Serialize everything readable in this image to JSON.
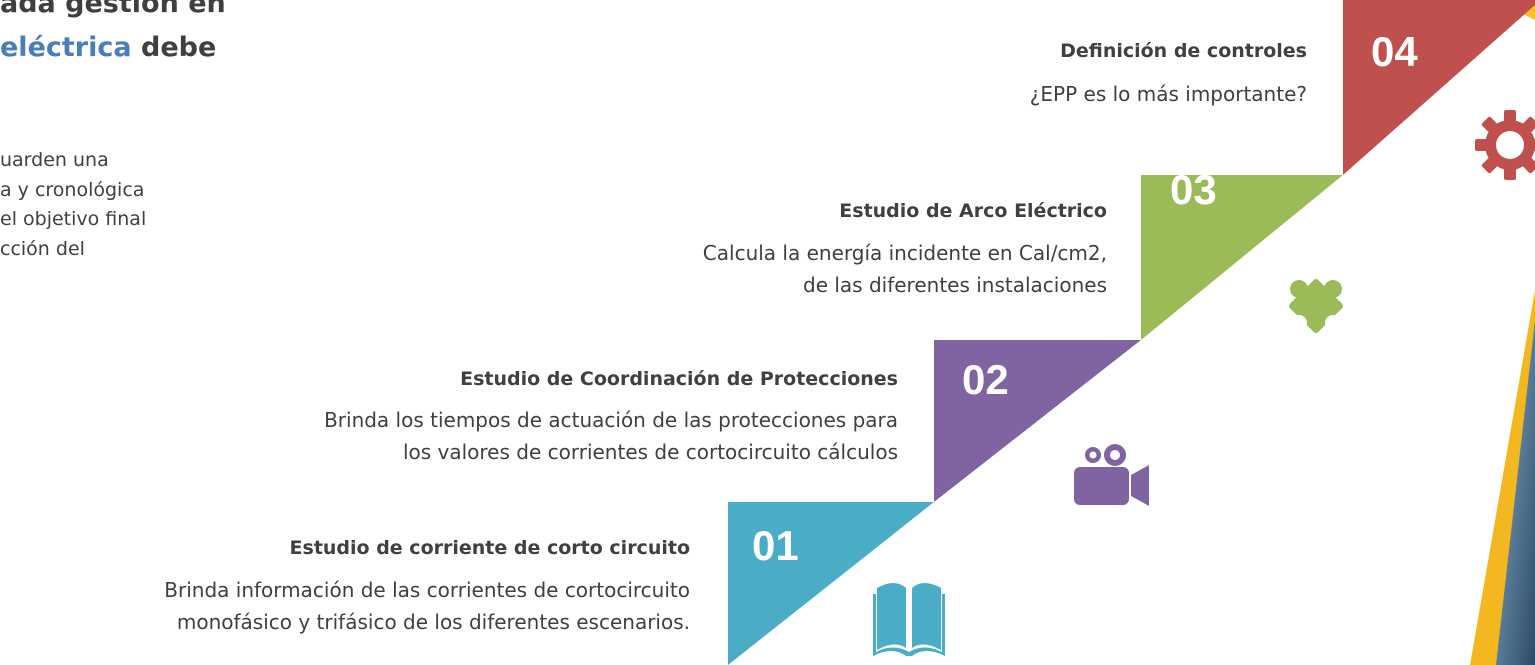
{
  "heading": {
    "line1": "ada gestión en",
    "line2_accent": "eléctrica",
    "line2_rest": " debe"
  },
  "intro": {
    "lines": [
      "uarden una",
      "a y cronológica",
      "el objetivo final",
      "cción del"
    ]
  },
  "steps": [
    {
      "number": "01",
      "title": "Estudio de corriente de corto circuito",
      "desc": [
        "Brinda información de las corrientes de cortocircuito",
        "monofásico y trifásico de los diferentes escenarios."
      ],
      "color": "#4bacc6",
      "icon": "open-book-icon"
    },
    {
      "number": "02",
      "title": "Estudio de Coordinación de Protecciones",
      "desc": [
        "Brinda los tiempos de actuación de las protecciones para",
        "los valores de corrientes de cortocircuito cálculos"
      ],
      "color": "#8064a2",
      "icon": "video-camera-icon"
    },
    {
      "number": "03",
      "title": "Estudio de Arco Eléctrico",
      "desc": [
        "Calcula la energía incidente en Cal/cm2,",
        "de las diferentes instalaciones"
      ],
      "color": "#9bbb59",
      "icon": "puzzle-piece-icon"
    },
    {
      "number": "04",
      "title": "Definición de controles",
      "desc": [
        "¿EPP es lo más importante?"
      ],
      "color": "#c0504d",
      "icon": "gear-icon"
    }
  ]
}
